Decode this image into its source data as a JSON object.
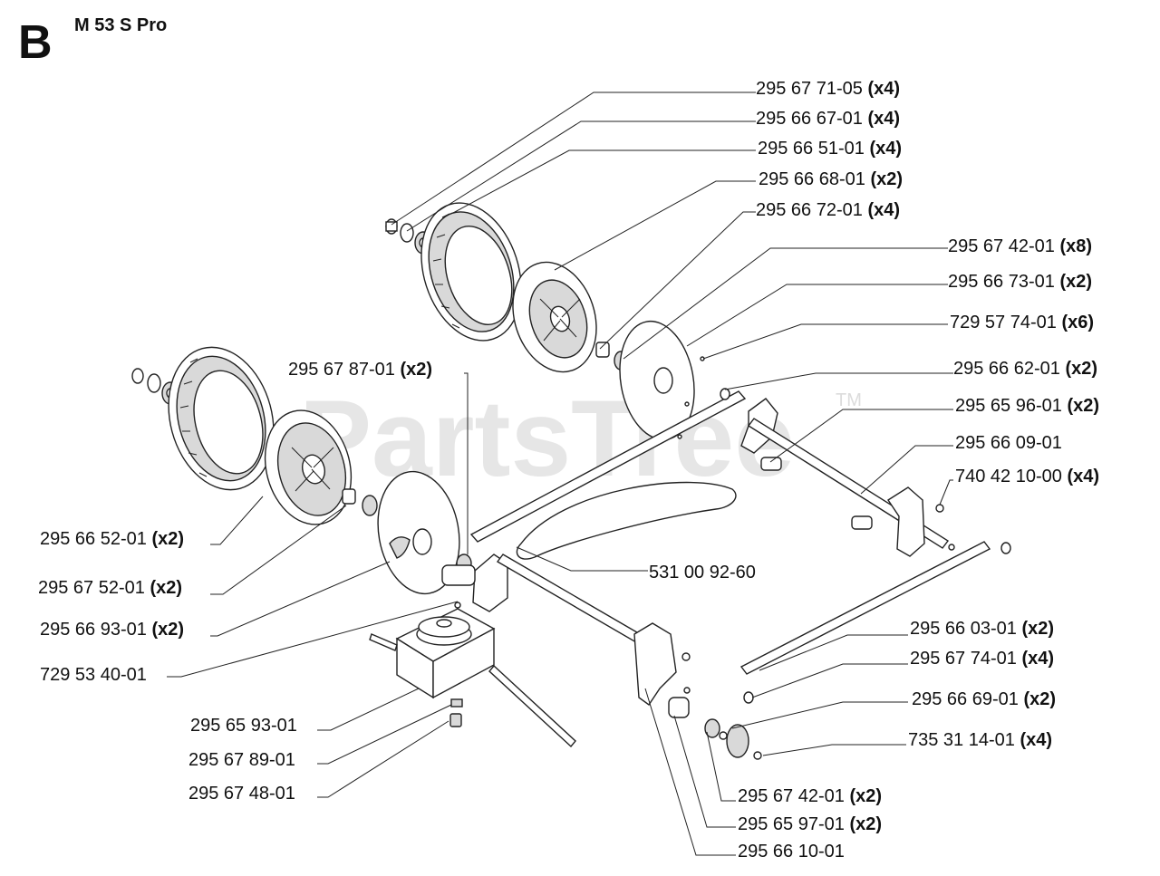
{
  "header": {
    "section_letter": "B",
    "model": "M 53 S Pro"
  },
  "watermark": {
    "text": "PartsTree",
    "tm": "TM"
  },
  "callouts": [
    {
      "part": "295 67 71-05",
      "qty": "(x4)"
    },
    {
      "part": "295 66 67-01",
      "qty": "(x4)"
    },
    {
      "part": "295 66 51-01",
      "qty": "(x4)"
    },
    {
      "part": "295 66 68-01",
      "qty": "(x2)"
    },
    {
      "part": "295 66 72-01",
      "qty": "(x4)"
    },
    {
      "part": "295 67 42-01",
      "qty": "(x8)"
    },
    {
      "part": "295 66 73-01",
      "qty": "(x2)"
    },
    {
      "part": "729 57 74-01",
      "qty": "(x6)"
    },
    {
      "part": "295 66 62-01",
      "qty": "(x2)"
    },
    {
      "part": "295 65 96-01",
      "qty": "(x2)"
    },
    {
      "part": "295 66 09-01",
      "qty": ""
    },
    {
      "part": "740 42 10-00",
      "qty": "(x4)"
    },
    {
      "part": "295 67 87-01",
      "qty": "(x2)"
    },
    {
      "part": "531 00 92-60",
      "qty": ""
    },
    {
      "part": "295 66 52-01",
      "qty": "(x2)"
    },
    {
      "part": "295 67 52-01",
      "qty": "(x2)"
    },
    {
      "part": "295 66 93-01",
      "qty": "(x2)"
    },
    {
      "part": "729 53 40-01",
      "qty": ""
    },
    {
      "part": "295 65 93-01",
      "qty": ""
    },
    {
      "part": "295 67 89-01",
      "qty": ""
    },
    {
      "part": "295 67 48-01",
      "qty": ""
    },
    {
      "part": "295 66 03-01",
      "qty": "(x2)"
    },
    {
      "part": "295 67 74-01",
      "qty": "(x4)"
    },
    {
      "part": "295 66 69-01",
      "qty": "(x2)"
    },
    {
      "part": "735 31 14-01",
      "qty": "(x4)"
    },
    {
      "part": "295 67 42-01",
      "qty": "(x2)"
    },
    {
      "part": "295 65 97-01",
      "qty": "(x2)"
    },
    {
      "part": "295 66 10-01",
      "qty": ""
    }
  ]
}
